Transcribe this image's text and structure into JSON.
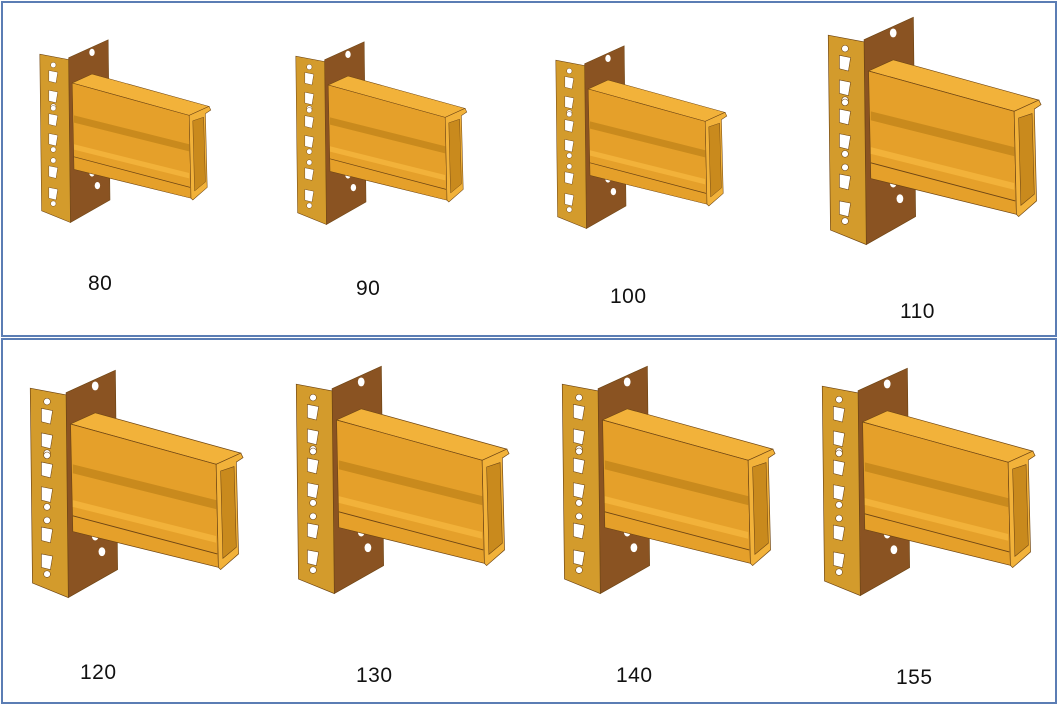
{
  "colors": {
    "beam_top": "#f2b23a",
    "beam_face": "#e5a02a",
    "beam_shadow": "#c98a1d",
    "upright_front": "#d39b2c",
    "upright_side": "#8a5322",
    "hole": "#ffffff",
    "outline": "#6e4514",
    "panel_border": "#5b7db4"
  },
  "beams": [
    {
      "label": "80"
    },
    {
      "label": "90"
    },
    {
      "label": "100"
    },
    {
      "label": "110"
    },
    {
      "label": "120"
    },
    {
      "label": "130"
    },
    {
      "label": "140"
    },
    {
      "label": "155"
    }
  ]
}
